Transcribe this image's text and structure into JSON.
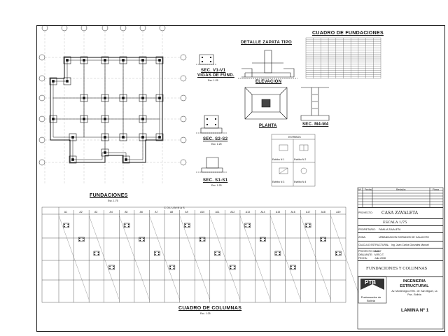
{
  "titles": {
    "cuadro_fundaciones": "CUADRO DE FUNDACIONES",
    "detalle_zapata": "DETALLE ZAPATA TIPO",
    "sec_v1": "SEC. V1-V1",
    "vigas_fund": "VIGAS DE FUND.",
    "elevacion": "ELEVACION",
    "planta": "PLANTA",
    "sec_m4": "SEC. M4-M4",
    "sec_s2": "SEC. S2-S2",
    "sec_s1": "SEC. S1-S1",
    "fundaciones": "FUNDACIONES",
    "cuadro_columnas": "CUADRO DE COLUMNAS",
    "columnas_header": "COLUMNAS",
    "estribos": "ESTRIBOS",
    "esc_small": "Esc. 1:75",
    "esc_sec": "Esc. 1:25"
  },
  "column_labels": [
    "A1",
    "A2",
    "A3",
    "A4",
    "A5",
    "A6",
    "A7",
    "A8",
    "A9",
    "A10",
    "A11",
    "A12",
    "A13",
    "A14",
    "A15",
    "A16",
    "A17",
    "A18",
    "A19"
  ],
  "stirrups": [
    "Estribo N 1",
    "Estribo N 2",
    "Estribo N 3",
    "Estribo N 4"
  ],
  "title_block": {
    "proyecto_label": "PROYECTO:",
    "proyecto": "CASA ZAVALETA",
    "escala": "ESCALA 1/75",
    "propietario_label": "PROPIETARIO:",
    "propietario": "FAMILIA ZAVALETA",
    "zona_label": "ZONA:",
    "zona": "URBANIZACION SORIANOS DE CALACOTO",
    "calculo_label": "CALCULO ESTRUCTURAL:",
    "calculo": "Ing. Juan Carlos Gonzales Manuel",
    "rev_label": "PROYECTO CALC.",
    "rev": "C-047",
    "dibujante_label": "DIBUJANTE:",
    "dibujante": "M.R.D.T.",
    "fecha_label": "FECHA:",
    "fecha": "Julio 2008",
    "contenido": "FUNDACIONES Y COLUMNAS",
    "company_logo": "PTB",
    "company_tag": "Postensados de Bolivia",
    "company_name": "INGENIERIA ESTRUCTURAL",
    "company_info": "Av. Montenegro #796 - Of. San Miguel, La Paz - Bolivia",
    "lamina": "LAMINA Nº 1"
  },
  "rev_headers": [
    "Nº",
    "Fecha",
    "Revisión",
    "Firma"
  ]
}
